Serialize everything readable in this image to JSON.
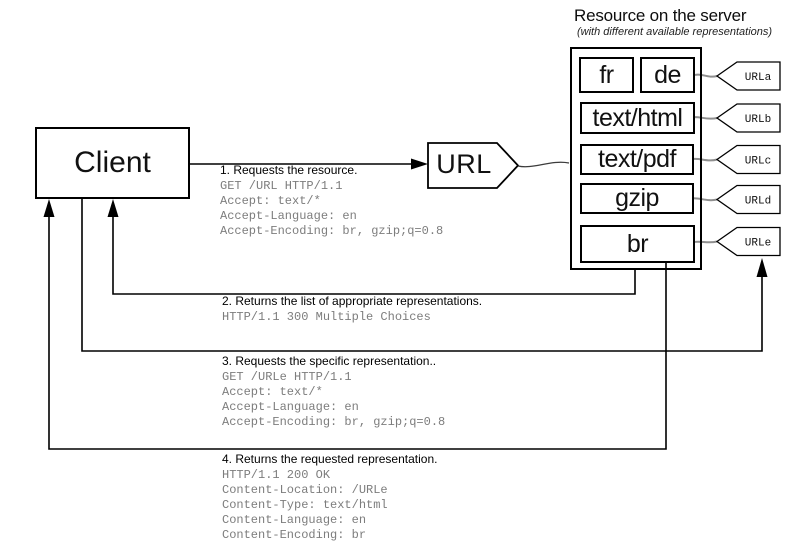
{
  "diagram": {
    "server_title": "Resource on the server",
    "server_subtitle": "(with different available representations)",
    "client_label": "Client",
    "url_label": "URL",
    "representations": [
      "fr",
      "de",
      "text/html",
      "text/pdf",
      "gzip",
      "br"
    ],
    "url_tags": [
      "URLa",
      "URLb",
      "URLc",
      "URLd",
      "URLe"
    ],
    "messages": [
      {
        "label": "1. Requests the resource.",
        "lines": [
          "GET /URL HTTP/1.1",
          "Accept: text/*",
          "Accept-Language: en",
          "Accept-Encoding: br, gzip;q=0.8"
        ]
      },
      {
        "label": "2. Returns the list of  appropriate representations.",
        "lines": [
          "HTTP/1.1 300 Multiple Choices"
        ]
      },
      {
        "label": "3. Requests the specific representation..",
        "lines": [
          "GET /URLe HTTP/1.1",
          "Accept: text/*",
          "Accept-Language: en",
          "Accept-Encoding: br, gzip;q=0.8"
        ]
      },
      {
        "label": "4. Returns the requested representation.",
        "lines": [
          "HTTP/1.1 200 OK",
          "Content-Location: /URLe",
          "Content-Type: text/html",
          "Content-Language: en",
          "Content-Encoding: br"
        ]
      }
    ],
    "colors": {
      "line": "#000000",
      "header_text": "#7d7d7d",
      "connector": "#8f8f8f"
    }
  }
}
